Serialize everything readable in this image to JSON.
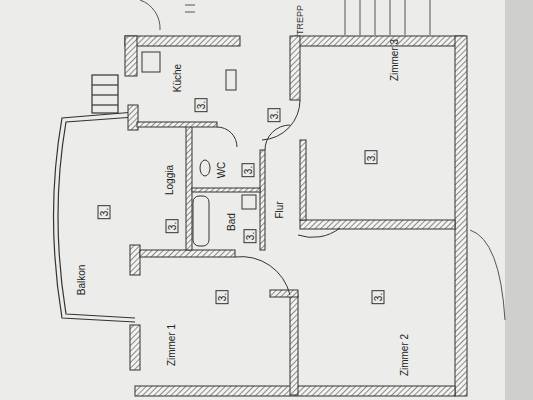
{
  "diagram": {
    "nodes": [
      {
        "text": [
          "Balkon",
          "3."
        ]
      },
      {
        "text": [
          "Küche",
          "3."
        ]
      },
      {
        "text": [
          "Loggia",
          "3."
        ]
      },
      {
        "text": [
          "WC",
          "3."
        ]
      },
      {
        "text": [
          "Bad",
          "3."
        ]
      },
      {
        "text": [
          "Flur",
          "3."
        ]
      },
      {
        "text": [
          "Zimmer 3",
          "3."
        ]
      },
      {
        "text": [
          "Zimmer 1",
          "3."
        ]
      },
      {
        "text": [
          "Zimmer 2",
          "3."
        ]
      }
    ],
    "labels": [
      "TREPP"
    ]
  }
}
